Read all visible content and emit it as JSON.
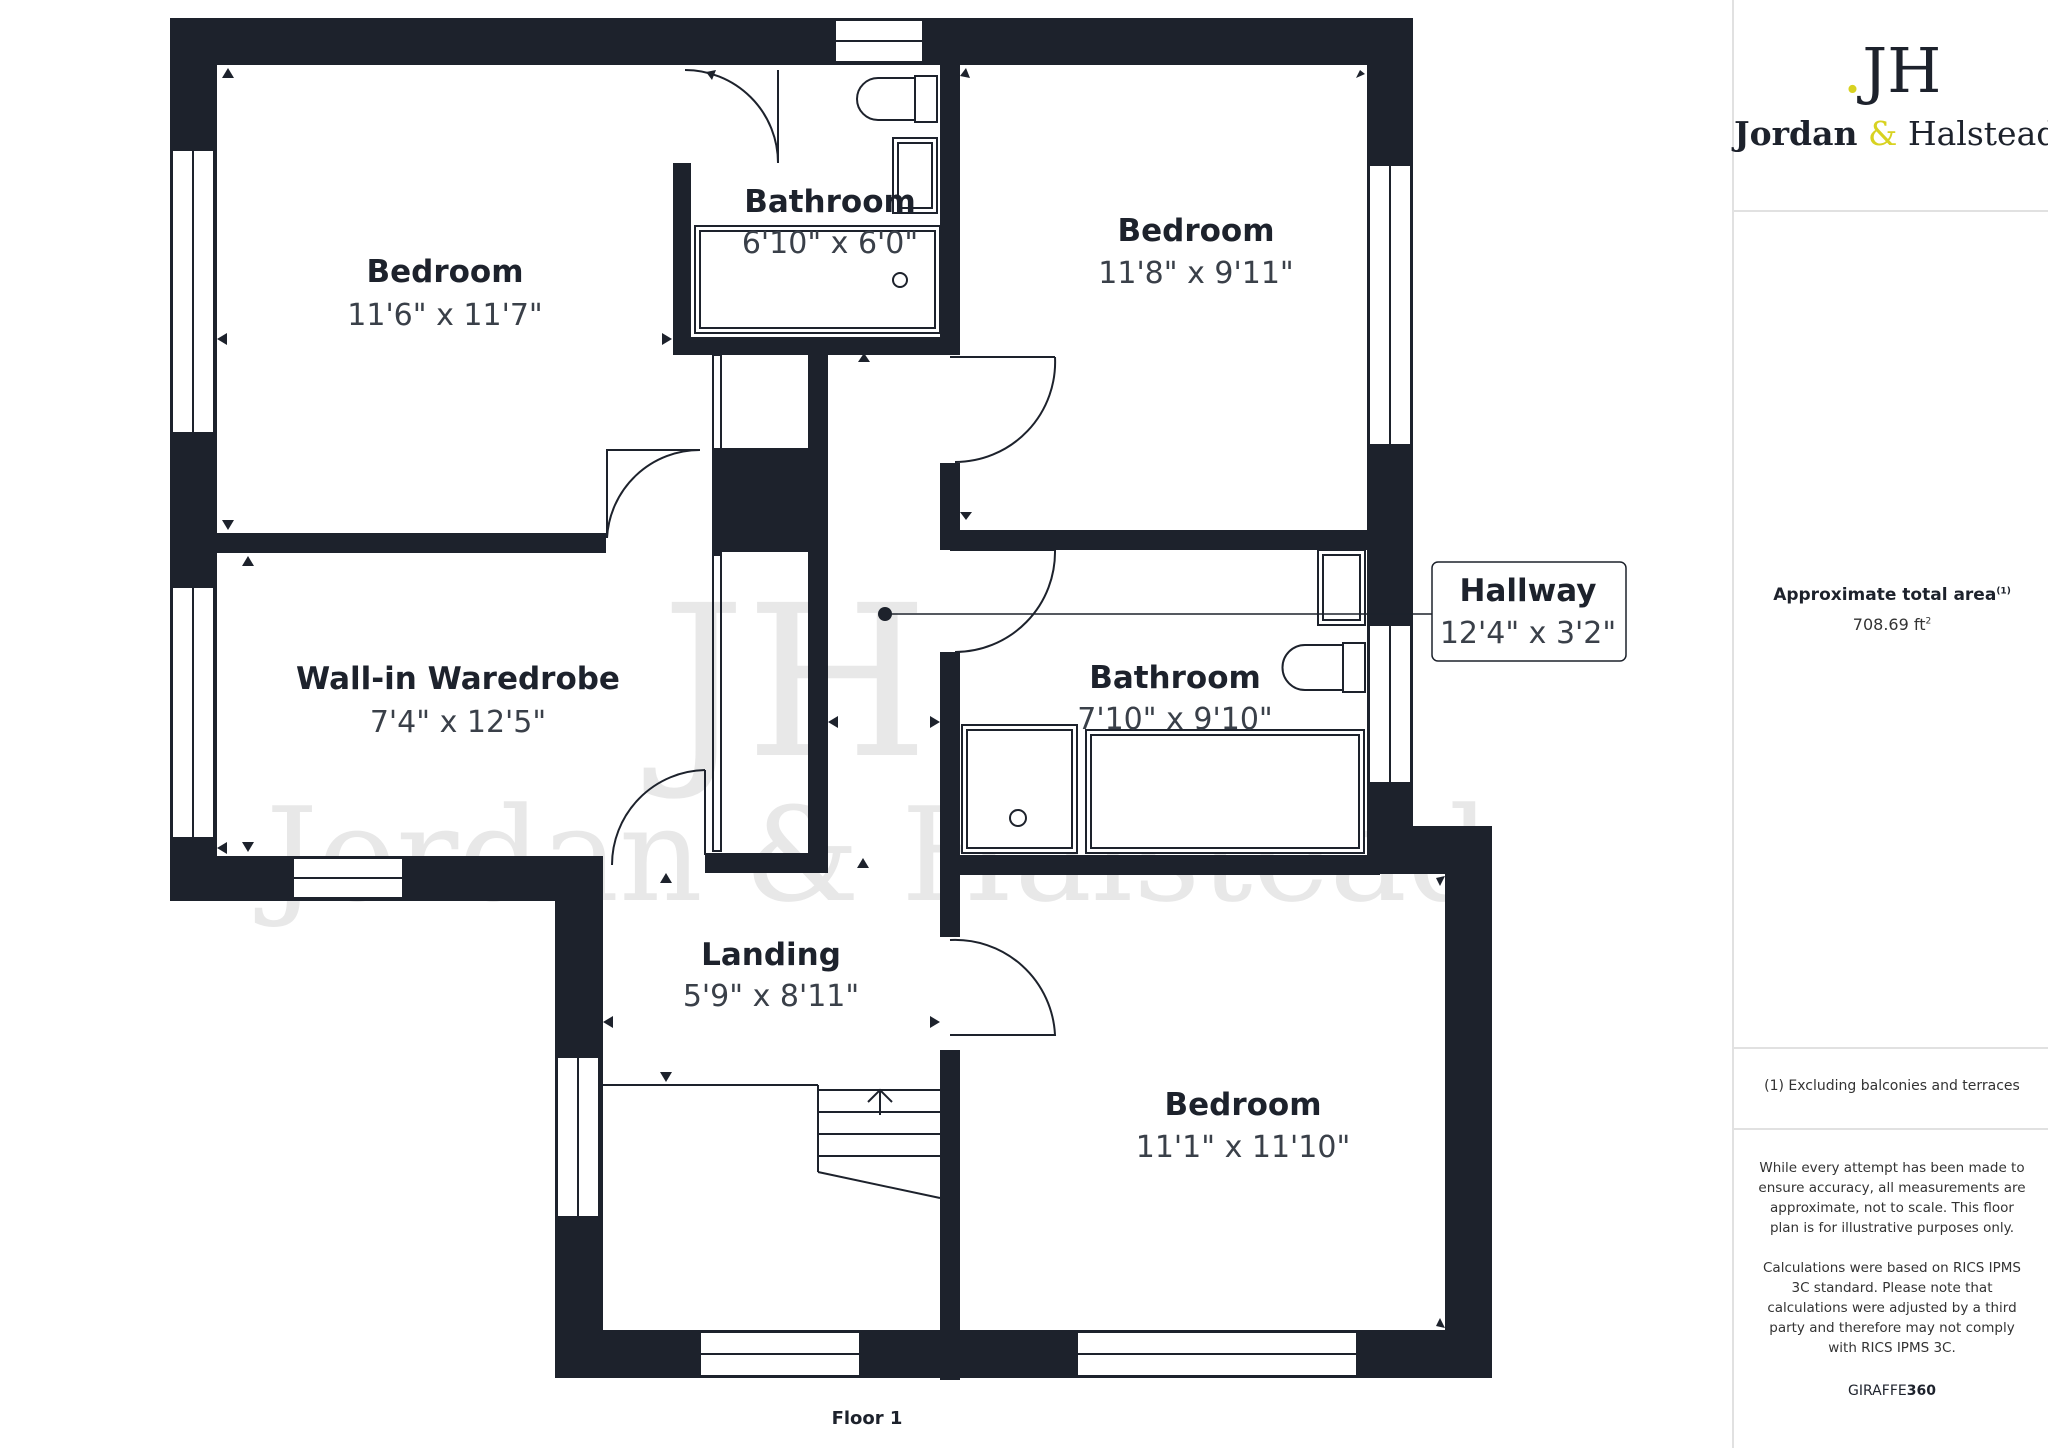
{
  "rooms": [
    {
      "id": "bedroom-1",
      "name": "Bedroom",
      "dims": "11'6\" x 11'7\""
    },
    {
      "id": "bathroom-1",
      "name": "Bathroom",
      "dims": "6'10\" x 6'0\""
    },
    {
      "id": "bedroom-2",
      "name": "Bedroom",
      "dims": "11'8\" x 9'11\""
    },
    {
      "id": "wardrobe",
      "name": "Wall-in Waredrobe",
      "dims": "7'4\" x 12'5\""
    },
    {
      "id": "hallway",
      "name": "Hallway",
      "dims": "12'4\" x 3'2\""
    },
    {
      "id": "bathroom-2",
      "name": "Bathroom",
      "dims": "7'10\" x 9'10\""
    },
    {
      "id": "landing",
      "name": "Landing",
      "dims": "5'9\" x 8'11\""
    },
    {
      "id": "bedroom-3",
      "name": "Bedroom",
      "dims": "11'1\" x 11'10\""
    }
  ],
  "floor_label": "Floor 1",
  "watermark": {
    "mark": "JH",
    "text": "Jordan & Halstead"
  },
  "sidebar": {
    "logo_mark_left": ".",
    "logo_mark_right": "JH",
    "logo_name_1": "Jordan",
    "logo_amp": "&",
    "logo_name_2": "Halstead",
    "area_label": "Approximate total area",
    "area_label_note": "(1)",
    "area_value": "708.69 ft",
    "area_unit_sup": "2",
    "footnote": "(1) Excluding balconies and terraces",
    "disclaimer_1": "While every attempt has been made to ensure accuracy, all measurements are approximate, not to scale. This floor plan is for illustrative purposes only.",
    "disclaimer_2": "Calculations were based on RICS IPMS 3C standard. Please note that calculations were adjusted by a third party and therefore may not comply with RICS IPMS 3C.",
    "brand_light": "GIRAFFE",
    "brand_bold": "360"
  },
  "colors": {
    "wall": "#1d222c",
    "accent": "#d8d221",
    "watermark": "#e8e8e8"
  }
}
